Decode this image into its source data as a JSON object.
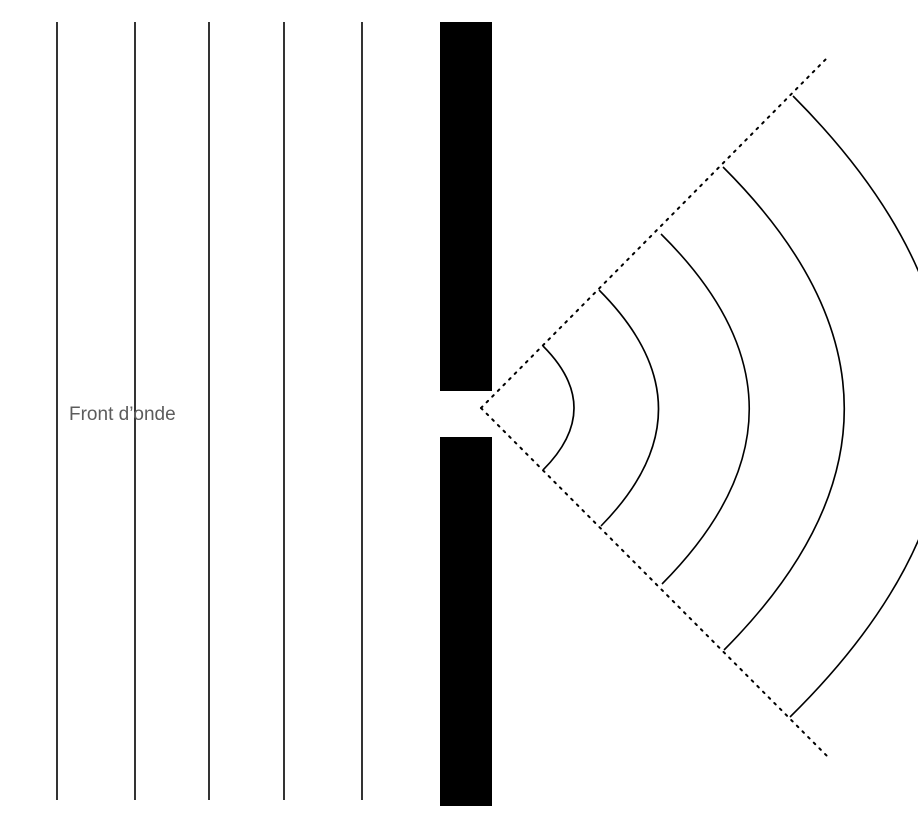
{
  "diagram": {
    "label": "Front d’onde",
    "colors": {
      "background": "#ffffff",
      "barrier": "#000000",
      "wavefront_line": "#000000",
      "diffraction_boundary": "#000000",
      "label_text": "#5c5c5c"
    },
    "incident_wavefronts": {
      "count": 5
    },
    "diffracted_wavefronts": {
      "count": 5
    }
  }
}
